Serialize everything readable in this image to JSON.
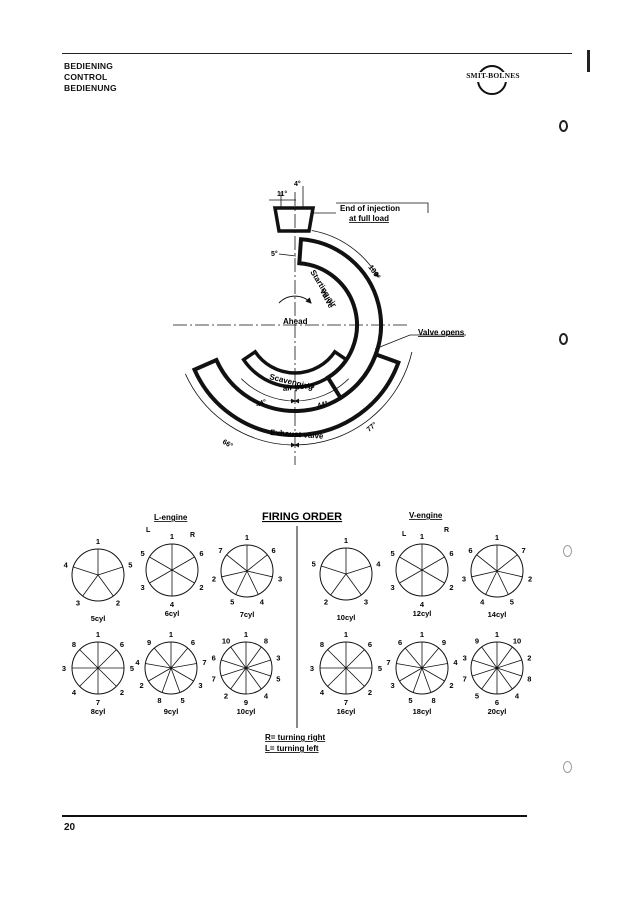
{
  "header": {
    "lines": [
      "BEDIENING",
      "CONTROL",
      "BEDIENUNG"
    ],
    "logo_text": "SMIT-BOLNES"
  },
  "timing": {
    "top_angle_left": "11°",
    "top_angle_right": "4°",
    "end_injection_line1": "End of injection",
    "end_injection_line2": "at full load",
    "angle_5": "5°",
    "angle_100": "100°",
    "starting_air_label": "Starting air",
    "starting_air_label2": "valve",
    "ahead": "Ahead",
    "valve_opens": "Valve opens",
    "scavenging_label": "Scavenging",
    "scavenging_label2": "air ports",
    "angle_44_left": "44°",
    "angle_44_right": "44°",
    "exhaust": "Exhaust valve",
    "angle_66": "66°",
    "angle_77": "77°"
  },
  "firing": {
    "title": "FIRING ORDER",
    "l_engine": "L-engine",
    "v_engine": "V-engine",
    "L": "L",
    "R": "R",
    "legend_r": "R= turning right",
    "legend_l": "L= turning left",
    "diagrams": [
      {
        "label": "5cyl",
        "labels": [
          "1",
          "5",
          "2",
          "3",
          "4"
        ]
      },
      {
        "label": "6cyl",
        "labels": [
          "1",
          "6",
          "2",
          "4",
          "3",
          "5"
        ]
      },
      {
        "label": "7cyl",
        "labels": [
          "1",
          "6",
          "3",
          "4",
          "5",
          "2",
          "7"
        ]
      },
      {
        "label": "10cyl",
        "labels": [
          "1",
          "4",
          "3",
          "2",
          "5"
        ]
      },
      {
        "label": "12cyl",
        "labels": [
          "1",
          "6",
          "2",
          "4",
          "3",
          "5"
        ]
      },
      {
        "label": "14cyl",
        "labels": [
          "1",
          "7",
          "2",
          "5",
          "4",
          "3",
          "6"
        ]
      },
      {
        "label": "8cyl",
        "labels": [
          "1",
          "6",
          "5",
          "2",
          "7",
          "4",
          "3",
          "8"
        ]
      },
      {
        "label": "9cyl",
        "labels": [
          "1",
          "6",
          "7",
          "3",
          "5",
          "8",
          "2",
          "4",
          "9"
        ]
      },
      {
        "label": "10cyl",
        "labels": [
          "1",
          "8",
          "3",
          "5",
          "4",
          "9",
          "2",
          "7",
          "6",
          "10"
        ]
      },
      {
        "label": "16cyl",
        "labels": [
          "1",
          "6",
          "5",
          "2",
          "7",
          "4",
          "3",
          "8"
        ]
      },
      {
        "label": "18cyl",
        "labels": [
          "1",
          "9",
          "4",
          "2",
          "8",
          "5",
          "3",
          "7",
          "6"
        ]
      },
      {
        "label": "20cyl",
        "labels": [
          "1",
          "10",
          "2",
          "8",
          "4",
          "6",
          "5",
          "7",
          "3",
          "9"
        ]
      }
    ]
  },
  "footer": {
    "page_number": "20"
  }
}
